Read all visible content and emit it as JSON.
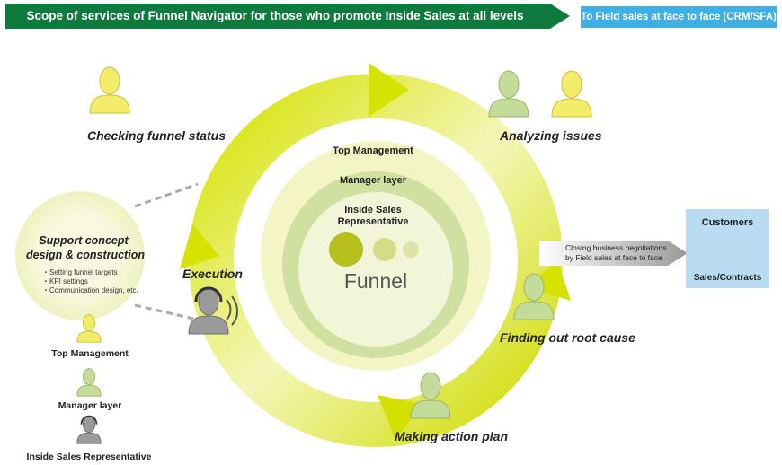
{
  "banner": {
    "title": "Scope of services of Funnel Navigator for those who promote Inside Sales at all levels",
    "crm_label": "To Field sales at face to face (CRM/SFA)"
  },
  "stages": {
    "checking": "Checking funnel status",
    "analyzing": "Analyzing issues",
    "root_cause": "Finding out root cause",
    "action_plan": "Making action plan",
    "execution": "Execution"
  },
  "rings": {
    "top_management": "Top Management",
    "manager_layer": "Manager layer",
    "isr_line1": "Inside Sales",
    "isr_line2": "Representative",
    "funnel": "Funnel"
  },
  "support": {
    "title_line1": "Support concept",
    "title_line2": "design & construction",
    "bullets": [
      "Setting funnel targets",
      "KPI settings",
      "Communication design, etc."
    ]
  },
  "legend": {
    "top_management": "Top Management",
    "manager_layer": "Manager layer",
    "isr": "Inside Sales Representative"
  },
  "closing": {
    "line1": "Closing business negotiations",
    "line2": "by Field sales at face to face"
  },
  "customers": {
    "title": "Customers",
    "result": "Sales/Contracts"
  },
  "colors": {
    "banner_green": "#0e7a3d",
    "crm_blue": "#3fb0e6",
    "lime": "#d4e000",
    "person_yellow": "#f2ec6a",
    "person_green": "#c3dc9a",
    "customer_green": "#78b928",
    "customer_box": "#b9dcf3"
  }
}
